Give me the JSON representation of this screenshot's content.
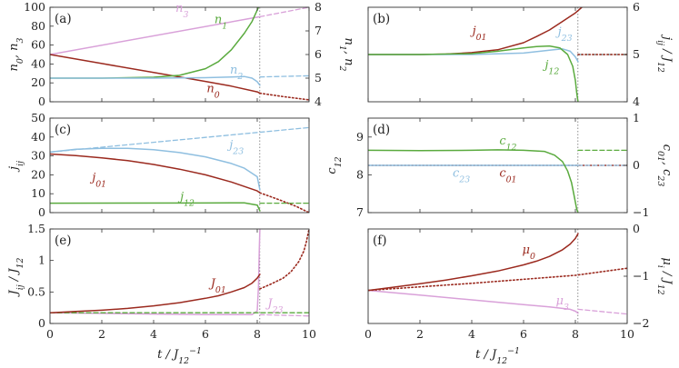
{
  "colors": {
    "red": "#9b2a1f",
    "green": "#5aaa3e",
    "blue": "#8fbfe0",
    "pink": "#d9a1d9"
  },
  "vertical_marker_x": 8.1,
  "chart_data": [
    {
      "id": "a",
      "type": "line",
      "panel_label": "(a)",
      "xlim": [
        0,
        10
      ],
      "ylim": [
        0,
        100
      ],
      "y2lim": [
        4,
        8
      ],
      "xticks": [
        0,
        2,
        4,
        6,
        8,
        10
      ],
      "xticklabels": [],
      "yticks": [
        0,
        20,
        40,
        60,
        80,
        100
      ],
      "yticklabels": [
        "0",
        "20",
        "40",
        "60",
        "80",
        "100"
      ],
      "y2ticks": [
        4,
        5,
        6,
        7,
        8
      ],
      "y2ticklabels": [
        "4",
        "5",
        "6",
        "7",
        "8"
      ],
      "ylabel": "n0, n3",
      "y2label": "n1, n2",
      "xlabel": "",
      "series": [
        {
          "name": "n3",
          "color": "pink",
          "axis": "left",
          "style": "solid",
          "x": [
            0,
            8.1
          ],
          "y": [
            50,
            90
          ]
        },
        {
          "color": "pink",
          "axis": "left",
          "style": "dashed",
          "x": [
            8.1,
            10
          ],
          "y": [
            90,
            100
          ]
        },
        {
          "name": "n0",
          "color": "red",
          "axis": "left",
          "style": "solid",
          "x": [
            0,
            2,
            4,
            6,
            7,
            8,
            8.1
          ],
          "y": [
            50,
            40.5,
            31,
            21.5,
            16.5,
            10.5,
            9
          ]
        },
        {
          "color": "red",
          "axis": "left",
          "style": "dotted",
          "x": [
            8.1,
            9,
            10
          ],
          "y": [
            9,
            5.5,
            2
          ]
        },
        {
          "name": "n1",
          "color": "green",
          "axis": "right",
          "style": "solid",
          "x": [
            0,
            2,
            4,
            5,
            6,
            6.5,
            7,
            7.5,
            7.8,
            8.05
          ],
          "y": [
            5,
            5,
            5.04,
            5.12,
            5.4,
            5.7,
            6.2,
            6.9,
            7.4,
            8
          ]
        },
        {
          "name": "n2",
          "color": "blue",
          "axis": "right",
          "style": "solid",
          "x": [
            0,
            4,
            6,
            7,
            7.5,
            7.8,
            8.0,
            8.1
          ],
          "y": [
            5,
            5,
            5.02,
            5.05,
            5.07,
            5.0,
            4.85,
            4.7
          ]
        },
        {
          "color": "blue",
          "axis": "right",
          "style": "dashed",
          "x": [
            8.1,
            10
          ],
          "y": [
            5.05,
            5.1
          ]
        }
      ],
      "labels": [
        {
          "x": 5.1,
          "y": 95,
          "t": "n3",
          "color": "pink"
        },
        {
          "x": 6.6,
          "y": 83,
          "t": "n1",
          "color": "green"
        },
        {
          "x": 7.2,
          "y": 30,
          "t": "n2",
          "color": "blue"
        },
        {
          "x": 6.3,
          "y": 10,
          "t": "n0",
          "color": "red"
        }
      ]
    },
    {
      "id": "b",
      "type": "line",
      "panel_label": "(b)",
      "xlim": [
        0,
        10
      ],
      "ylim": [
        4,
        6
      ],
      "y2lim": [
        4,
        6
      ],
      "xticks": [
        0,
        2,
        4,
        6,
        8,
        10
      ],
      "xticklabels": [],
      "yticks": [],
      "yticklabels": [],
      "y2ticks": [
        4,
        5,
        6
      ],
      "y2ticklabels": [
        "4",
        "5",
        "6"
      ],
      "ylabel": "",
      "y2label": "jij / J12",
      "xlabel": "",
      "series": [
        {
          "color": "green",
          "axis": "left",
          "style": "dashed",
          "x": [
            8.1,
            10
          ],
          "y": [
            5,
            5
          ]
        },
        {
          "color": "blue",
          "axis": "left",
          "style": "dashed",
          "x": [
            8.1,
            10
          ],
          "y": [
            5,
            5
          ]
        },
        {
          "color": "red",
          "axis": "left",
          "style": "dotted",
          "x": [
            8.1,
            10
          ],
          "y": [
            5,
            5
          ]
        },
        {
          "name": "j01",
          "color": "red",
          "axis": "left",
          "style": "solid",
          "x": [
            0,
            2,
            3,
            4,
            5,
            6,
            6.5,
            7,
            7.5,
            8,
            8.25
          ],
          "y": [
            5,
            5.0,
            5.01,
            5.04,
            5.1,
            5.25,
            5.38,
            5.52,
            5.7,
            5.88,
            6
          ]
        },
        {
          "name": "j23",
          "color": "blue",
          "axis": "left",
          "style": "solid",
          "x": [
            0,
            4,
            6,
            7,
            7.5,
            7.8,
            8.0,
            8.1
          ],
          "y": [
            5,
            5,
            5.03,
            5.09,
            5.12,
            5.07,
            4.95,
            4.85
          ]
        },
        {
          "name": "j12",
          "color": "green",
          "axis": "left",
          "style": "solid",
          "x": [
            0,
            2,
            4,
            5,
            6,
            6.5,
            7,
            7.4,
            7.7,
            7.9,
            8.0,
            8.05,
            8.1
          ],
          "y": [
            5,
            5,
            5.02,
            5.07,
            5.14,
            5.17,
            5.18,
            5.14,
            5.0,
            4.75,
            4.45,
            4.2,
            4
          ]
        }
      ],
      "labels": [
        {
          "x": 4.3,
          "y": 5.42,
          "t": "j01",
          "color": "red"
        },
        {
          "x": 7.6,
          "y": 5.4,
          "t": "j23",
          "color": "blue"
        },
        {
          "x": 7.1,
          "y": 4.7,
          "t": "j12",
          "color": "green"
        }
      ]
    },
    {
      "id": "c",
      "type": "line",
      "panel_label": "(c)",
      "xlim": [
        0,
        10
      ],
      "ylim": [
        0,
        50
      ],
      "xticks": [
        0,
        2,
        4,
        6,
        8,
        10
      ],
      "xticklabels": [],
      "yticks": [
        0,
        10,
        20,
        30,
        40,
        50
      ],
      "yticklabels": [
        "0",
        "10",
        "20",
        "30",
        "40",
        "50"
      ],
      "ylabel": "jij",
      "xlabel": "",
      "series": [
        {
          "color": "blue",
          "axis": "left",
          "style": "dashed",
          "x": [
            0,
            10
          ],
          "y": [
            32,
            45
          ]
        },
        {
          "name": "j23",
          "color": "blue",
          "axis": "left",
          "style": "solid",
          "x": [
            0,
            1,
            2,
            3,
            4,
            5,
            6,
            7,
            7.5,
            8,
            8.1
          ],
          "y": [
            32,
            33.5,
            34,
            34,
            33.3,
            31.8,
            29.5,
            26,
            23.5,
            19,
            12
          ]
        },
        {
          "name": "j01",
          "color": "red",
          "axis": "left",
          "style": "solid",
          "x": [
            0,
            1,
            2,
            3,
            4,
            5,
            6,
            7,
            8,
            8.1
          ],
          "y": [
            31,
            30.2,
            29,
            27.5,
            25.5,
            23,
            20,
            16.2,
            11.5,
            10.5
          ]
        },
        {
          "color": "red",
          "axis": "left",
          "style": "dotted",
          "x": [
            8.1,
            8.5,
            9,
            9.5,
            10
          ],
          "y": [
            10.5,
            8.5,
            6,
            3.3,
            0
          ]
        },
        {
          "name": "j12",
          "color": "green",
          "axis": "left",
          "style": "solid",
          "x": [
            0,
            6,
            7.5,
            8.0,
            8.1
          ],
          "y": [
            5,
            5.1,
            5.2,
            4,
            1
          ]
        },
        {
          "color": "green",
          "axis": "left",
          "style": "dashed",
          "x": [
            8.1,
            10
          ],
          "y": [
            5,
            5
          ]
        }
      ],
      "labels": [
        {
          "x": 7.2,
          "y": 34,
          "t": "j23",
          "color": "blue"
        },
        {
          "x": 1.9,
          "y": 16.5,
          "t": "j01",
          "color": "red"
        },
        {
          "x": 5.3,
          "y": 6.5,
          "t": "j12",
          "color": "green"
        }
      ]
    },
    {
      "id": "d",
      "type": "line",
      "panel_label": "(d)",
      "xlim": [
        0,
        10
      ],
      "ylim": [
        7,
        9.5
      ],
      "y2lim": [
        -1,
        1
      ],
      "xticks": [
        0,
        2,
        4,
        6,
        8,
        10
      ],
      "xticklabels": [],
      "yticks": [
        7,
        8,
        9
      ],
      "yticklabels": [
        "7",
        "8",
        "9"
      ],
      "y2ticks": [
        -1,
        0,
        1
      ],
      "y2ticklabels": [
        "−1",
        "0",
        "1"
      ],
      "ylabel": "c12",
      "y2label": "c01, c23",
      "xlabel": "",
      "series": [
        {
          "color": "green",
          "axis": "left",
          "style": "dashed",
          "x": [
            8.1,
            10
          ],
          "y": [
            8.65,
            8.65
          ]
        },
        {
          "color": "red",
          "axis": "right",
          "style": "dotted",
          "x": [
            0,
            10
          ],
          "y": [
            0,
            0
          ]
        },
        {
          "name": "c23",
          "color": "blue",
          "axis": "right",
          "style": "solid",
          "x": [
            0,
            8.1
          ],
          "y": [
            0,
            0
          ]
        },
        {
          "color": "blue",
          "axis": "right",
          "style": "dashed",
          "x": [
            8.1,
            10
          ],
          "y": [
            0,
            0
          ]
        },
        {
          "name": "c12",
          "color": "green",
          "axis": "left",
          "style": "solid",
          "x": [
            0,
            2,
            4,
            5,
            6,
            6.8,
            7.2,
            7.5,
            7.7,
            7.85,
            7.95,
            8.05,
            8.1
          ],
          "y": [
            8.65,
            8.64,
            8.65,
            8.66,
            8.65,
            8.62,
            8.52,
            8.35,
            8.1,
            7.8,
            7.45,
            7.1,
            7
          ]
        }
      ],
      "labels": [
        {
          "x": 5.4,
          "y": 8.8,
          "t": "c12",
          "color": "green"
        },
        {
          "x": 3.6,
          "y": 7.95,
          "t": "c23",
          "color": "blue"
        },
        {
          "x": 5.4,
          "y": 7.95,
          "t": "c01",
          "color": "red"
        }
      ]
    },
    {
      "id": "e",
      "type": "line",
      "panel_label": "(e)",
      "xlim": [
        0,
        10
      ],
      "ylim": [
        0,
        1.5
      ],
      "xticks": [
        0,
        2,
        4,
        6,
        8,
        10
      ],
      "xticklabels": [
        "0",
        "2",
        "4",
        "6",
        "8",
        "10"
      ],
      "yticks": [
        0,
        0.5,
        1,
        1.5
      ],
      "yticklabels": [
        "0",
        "0.5",
        "1",
        "1.5"
      ],
      "ylabel": "Jij / J12",
      "xlabel": "t / J12^-1",
      "series": [
        {
          "name": "J23",
          "color": "pink",
          "axis": "left",
          "style": "solid",
          "x": [
            0,
            2,
            4,
            6,
            7,
            7.8,
            8.0,
            8.05,
            8.08,
            8.1
          ],
          "y": [
            0.17,
            0.16,
            0.15,
            0.14,
            0.14,
            0.14,
            0.2,
            0.6,
            1.2,
            1.5
          ]
        },
        {
          "color": "pink",
          "axis": "left",
          "style": "dashed",
          "x": [
            8.1,
            10
          ],
          "y": [
            0.14,
            0.12
          ]
        },
        {
          "color": "green",
          "axis": "left",
          "style": "dashed",
          "x": [
            0,
            10
          ],
          "y": [
            0.17,
            0.17
          ]
        },
        {
          "name": "J01",
          "color": "red",
          "axis": "left",
          "style": "solid",
          "x": [
            0,
            1,
            2,
            3,
            4,
            5,
            6,
            6.5,
            7,
            7.5,
            7.8,
            8.0,
            8.1
          ],
          "y": [
            0.17,
            0.19,
            0.21,
            0.24,
            0.28,
            0.33,
            0.4,
            0.44,
            0.5,
            0.57,
            0.64,
            0.72,
            0.78
          ]
        },
        {
          "color": "red",
          "axis": "left",
          "style": "dotted",
          "x": [
            8.1,
            8.5,
            9,
            9.3,
            9.6,
            9.8,
            9.9,
            10
          ],
          "y": [
            0.55,
            0.62,
            0.72,
            0.82,
            0.98,
            1.15,
            1.3,
            1.5
          ]
        }
      ],
      "labels": [
        {
          "x": 6.5,
          "y": 0.58,
          "t": "J01",
          "color": "red"
        },
        {
          "x": 8.7,
          "y": 0.26,
          "t": "J23",
          "color": "pink"
        }
      ]
    },
    {
      "id": "f",
      "type": "line",
      "panel_label": "(f)",
      "xlim": [
        0,
        10
      ],
      "ylim": [
        -2,
        0
      ],
      "y2lim": [
        -2,
        0
      ],
      "xticks": [
        0,
        2,
        4,
        6,
        8,
        10
      ],
      "xticklabels": [
        "0",
        "2",
        "4",
        "6",
        "8",
        "10"
      ],
      "yticks": [],
      "yticklabels": [],
      "y2ticks": [
        -2,
        -1,
        0
      ],
      "y2ticklabels": [
        "−2",
        "−1",
        "0"
      ],
      "ylabel": "",
      "y2label": "μi / J12",
      "xlabel": "t / J12^-1",
      "series": [
        {
          "name": "μ3",
          "color": "pink",
          "axis": "left",
          "style": "solid",
          "x": [
            0,
            2,
            4,
            6,
            7,
            7.8,
            8.0,
            8.1
          ],
          "y": [
            -1.3,
            -1.4,
            -1.5,
            -1.6,
            -1.65,
            -1.7,
            -1.74,
            -1.78
          ]
        },
        {
          "color": "pink",
          "axis": "left",
          "style": "dashed",
          "x": [
            8.1,
            10
          ],
          "y": [
            -1.7,
            -1.8
          ]
        },
        {
          "name": "μ0",
          "color": "red",
          "axis": "left",
          "style": "solid",
          "x": [
            0,
            1,
            2,
            3,
            4,
            5,
            6,
            6.5,
            7,
            7.5,
            7.8,
            8.0,
            8.1
          ],
          "y": [
            -1.3,
            -1.23,
            -1.16,
            -1.08,
            -0.99,
            -0.89,
            -0.76,
            -0.68,
            -0.58,
            -0.44,
            -0.32,
            -0.2,
            -0.1
          ]
        },
        {
          "color": "red",
          "axis": "left",
          "style": "dotted",
          "x": [
            0,
            4,
            8,
            10
          ],
          "y": [
            -1.3,
            -1.15,
            -0.98,
            -0.83
          ]
        }
      ],
      "labels": [
        {
          "x": 6.2,
          "y": -0.52,
          "t": "μ0",
          "color": "red"
        },
        {
          "x": 7.5,
          "y": -1.6,
          "t": "μ3",
          "color": "pink"
        }
      ]
    }
  ]
}
